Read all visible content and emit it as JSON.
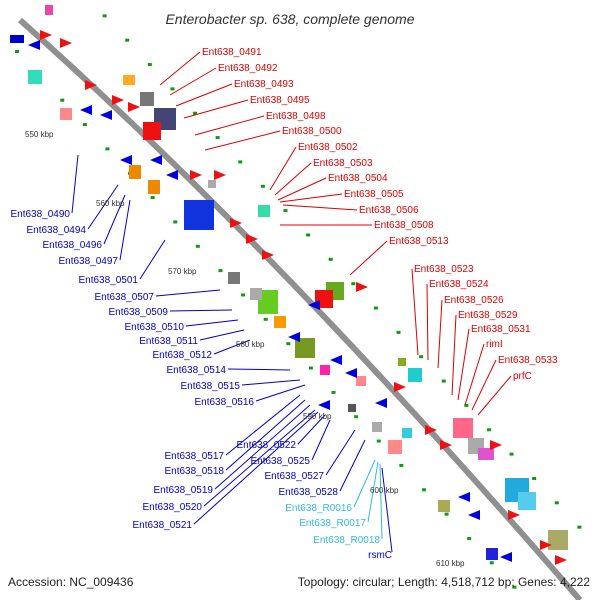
{
  "title": "Enterobacter sp. 638, complete genome",
  "footer": {
    "accession": "Accession: NC_009436",
    "summary": "Topology: circular; Length: 4,518,712 bp; Genes: 4,222"
  },
  "colors": {
    "forward_label": "#dd0000",
    "reverse_label": "#0000cc",
    "rna_label": "#33bbdd",
    "backbone": "#888888",
    "tick": "#009900"
  },
  "ticks": [
    "550 kbp",
    "560 kbp",
    "570 kbp",
    "580 kbp",
    "590 kbp",
    "600 kbp",
    "610 kbp"
  ],
  "right_labels": [
    "Ent638_0491",
    "Ent638_0492",
    "Ent638_0493",
    "Ent638_0495",
    "Ent638_0498",
    "Ent638_0500",
    "Ent638_0502",
    "Ent638_0503",
    "Ent638_0504",
    "Ent638_0505",
    "Ent638_0506",
    "Ent638_0508",
    "Ent638_0513",
    "Ent638_0523",
    "Ent638_0524",
    "Ent638_0526",
    "Ent638_0529",
    "Ent638_0531",
    "rimI",
    "Ent638_0533",
    "prfC"
  ],
  "left_labels": [
    "Ent638_0490",
    "Ent638_0494",
    "Ent638_0496",
    "Ent638_0497",
    "Ent638_0501",
    "Ent638_0507",
    "Ent638_0509",
    "Ent638_0510",
    "Ent638_0511",
    "Ent638_0512",
    "Ent638_0514",
    "Ent638_0515",
    "Ent638_0516",
    "Ent638_0517",
    "Ent638_0518",
    "Ent638_0519",
    "Ent638_0520",
    "Ent638_0521",
    "Ent638_0522",
    "Ent638_0525",
    "Ent638_0527",
    "Ent638_0528"
  ],
  "rna_labels": [
    "Ent638_R0016",
    "Ent638_R0017",
    "Ent638_R0018"
  ],
  "bottom_labels": [
    "rsmC"
  ]
}
